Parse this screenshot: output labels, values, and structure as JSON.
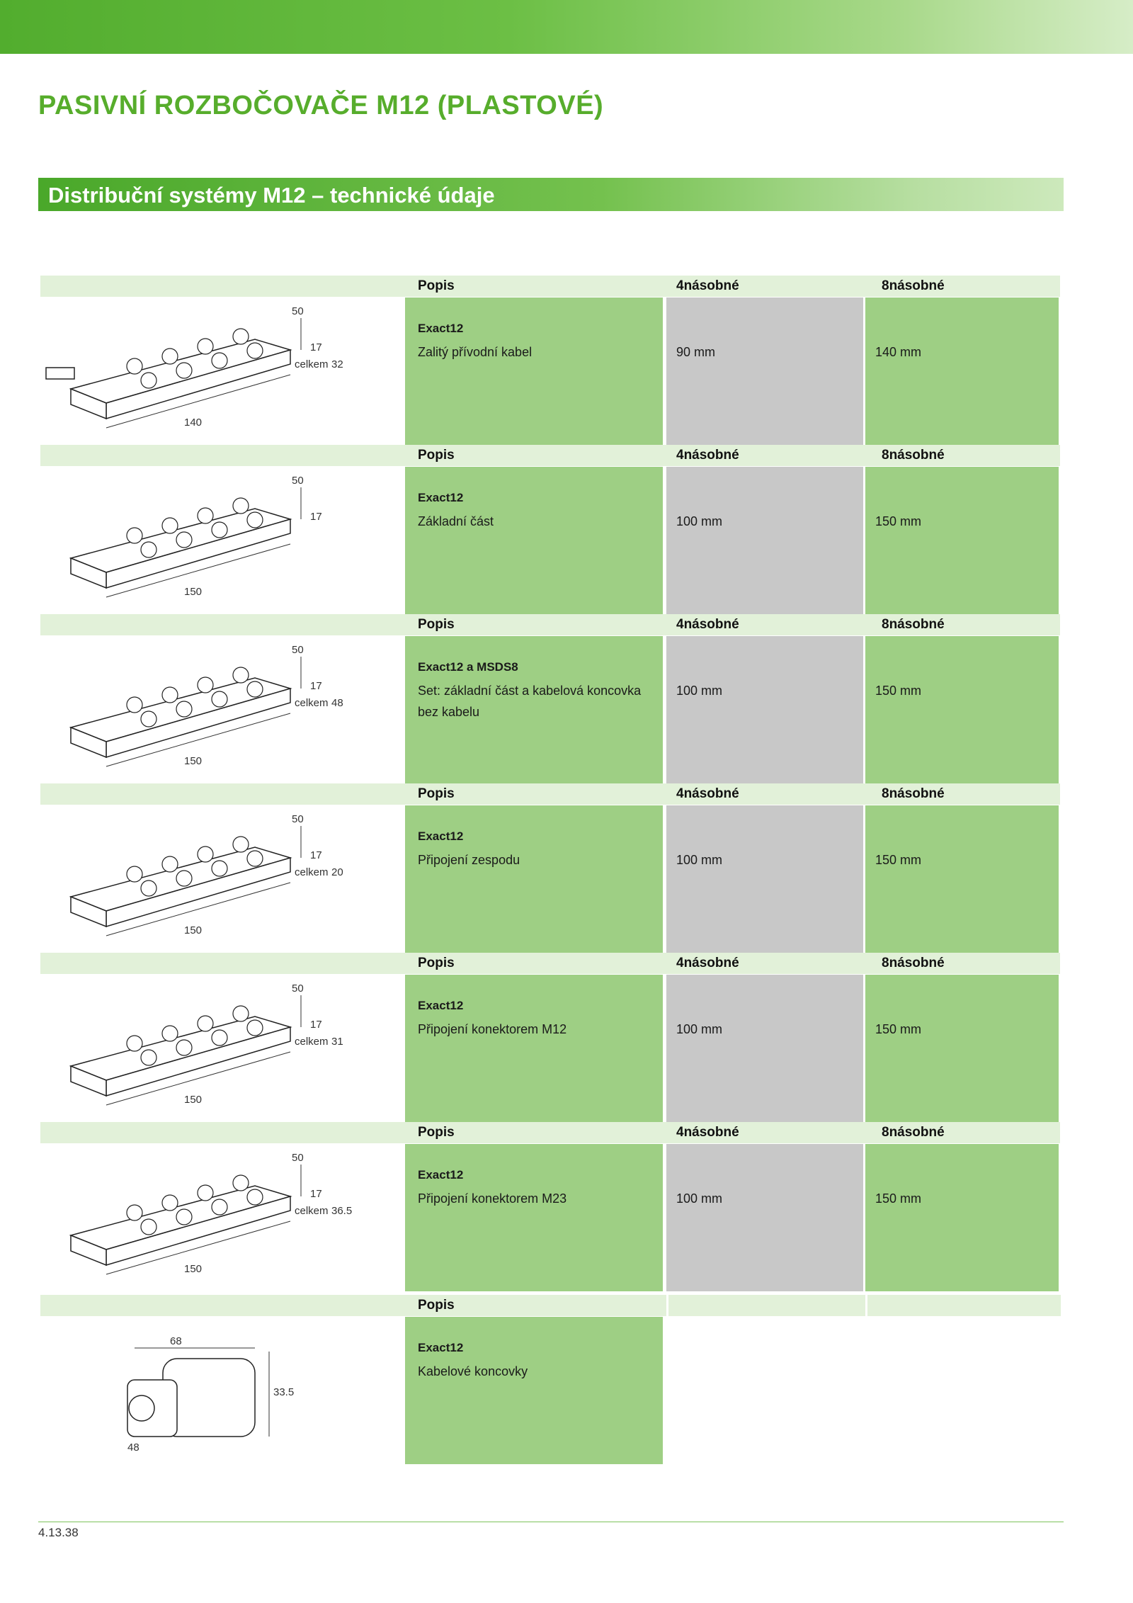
{
  "header": {
    "title": "PASIVNÍ ROZBOČOVAČE M12 (PLASTOVÉ)",
    "section_title": "Distribuční systémy M12 – technické údaje"
  },
  "columns": {
    "desc": "Popis",
    "four": "4násobné",
    "eight": "8násobné"
  },
  "rows": [
    {
      "name": "Exact12",
      "desc": "Zalitý přívodní kabel",
      "four": "90 mm",
      "eight": "140 mm",
      "dims": {
        "length": "140",
        "width": "50",
        "height": "17",
        "total_label": "celkem",
        "total": "32"
      }
    },
    {
      "name": "Exact12",
      "desc": "Základní část",
      "four": "100 mm",
      "eight": "150 mm",
      "dims": {
        "length": "150",
        "width": "50",
        "height": "17",
        "total_label": "",
        "total": ""
      }
    },
    {
      "name": "Exact12 a MSDS8",
      "desc": "Set: základní část a kabelová koncovka bez kabelu",
      "four": "100 mm",
      "eight": "150 mm",
      "dims": {
        "length": "150",
        "width": "50",
        "height": "17",
        "total_label": "celkem",
        "total": "48"
      }
    },
    {
      "name": "Exact12",
      "desc": "Připojení zespodu",
      "four": "100 mm",
      "eight": "150 mm",
      "dims": {
        "length": "150",
        "width": "50",
        "height": "17",
        "total_label": "celkem",
        "total": "20"
      }
    },
    {
      "name": "Exact12",
      "desc": "Připojení konektorem M12",
      "four": "100 mm",
      "eight": "150 mm",
      "dims": {
        "length": "150",
        "width": "50",
        "height": "17",
        "total_label": "celkem",
        "total": "31"
      }
    },
    {
      "name": "Exact12",
      "desc": "Připojení konektorem M23",
      "four": "100 mm",
      "eight": "150 mm",
      "dims": {
        "length": "150",
        "width": "50",
        "height": "17",
        "total_label": "celkem",
        "total": "36.5"
      }
    }
  ],
  "last_row": {
    "name": "Exact12",
    "desc": "Kabelové koncovky",
    "dims": {
      "width": "68",
      "height": "33.5",
      "depth": "48"
    }
  },
  "footer": {
    "page_number": "4.13.38"
  }
}
